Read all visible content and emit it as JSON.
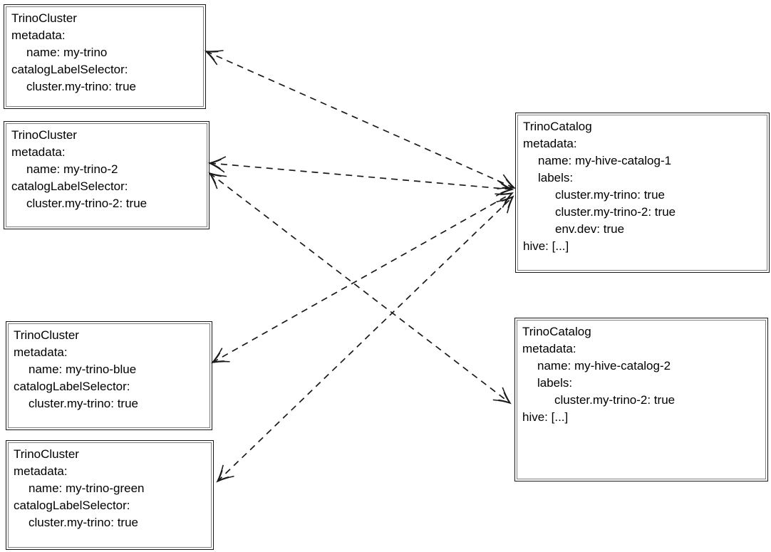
{
  "diagram": {
    "background_color": "#ffffff",
    "stroke_color": "#1a1a1a",
    "nodes": [
      {
        "id": "trino-cluster-my-trino",
        "lines": [
          "TrinoCluster",
          "metadata:",
          "name: my-trino",
          "catalogLabelSelector:",
          "cluster.my-trino: true"
        ]
      },
      {
        "id": "trino-cluster-my-trino-2",
        "lines": [
          "TrinoCluster",
          "metadata:",
          "name: my-trino-2",
          "catalogLabelSelector:",
          "cluster.my-trino-2: true"
        ]
      },
      {
        "id": "trino-cluster-my-trino-blue",
        "lines": [
          "TrinoCluster",
          "metadata:",
          "name: my-trino-blue",
          "catalogLabelSelector:",
          "cluster.my-trino: true"
        ]
      },
      {
        "id": "trino-cluster-my-trino-green",
        "lines": [
          "TrinoCluster",
          "metadata:",
          "name: my-trino-green",
          "catalogLabelSelector:",
          "cluster.my-trino: true"
        ]
      },
      {
        "id": "trino-catalog-my-hive-catalog-1",
        "lines": [
          "TrinoCatalog",
          "metadata:",
          "name: my-hive-catalog-1",
          "labels:",
          "cluster.my-trino: true",
          "cluster.my-trino-2: true",
          "env.dev: true",
          "hive: [...]"
        ]
      },
      {
        "id": "trino-catalog-my-hive-catalog-2",
        "lines": [
          "TrinoCatalog",
          "metadata:",
          "name: my-hive-catalog-2",
          "labels:",
          "cluster.my-trino-2: true",
          "hive: [...]"
        ]
      }
    ],
    "edges": [
      {
        "from": "my-trino",
        "to": "my-hive-catalog-1",
        "style": "dashed",
        "arrowheads": "both"
      },
      {
        "from": "my-trino-2",
        "to": "my-hive-catalog-1",
        "style": "dashed",
        "arrowheads": "both"
      },
      {
        "from": "my-trino-blue",
        "to": "my-hive-catalog-1",
        "style": "dashed",
        "arrowheads": "both"
      },
      {
        "from": "my-trino-green",
        "to": "my-hive-catalog-1",
        "style": "dashed",
        "arrowheads": "both"
      },
      {
        "from": "my-trino-2",
        "to": "my-hive-catalog-2",
        "style": "dashed",
        "arrowheads": "both"
      }
    ]
  }
}
